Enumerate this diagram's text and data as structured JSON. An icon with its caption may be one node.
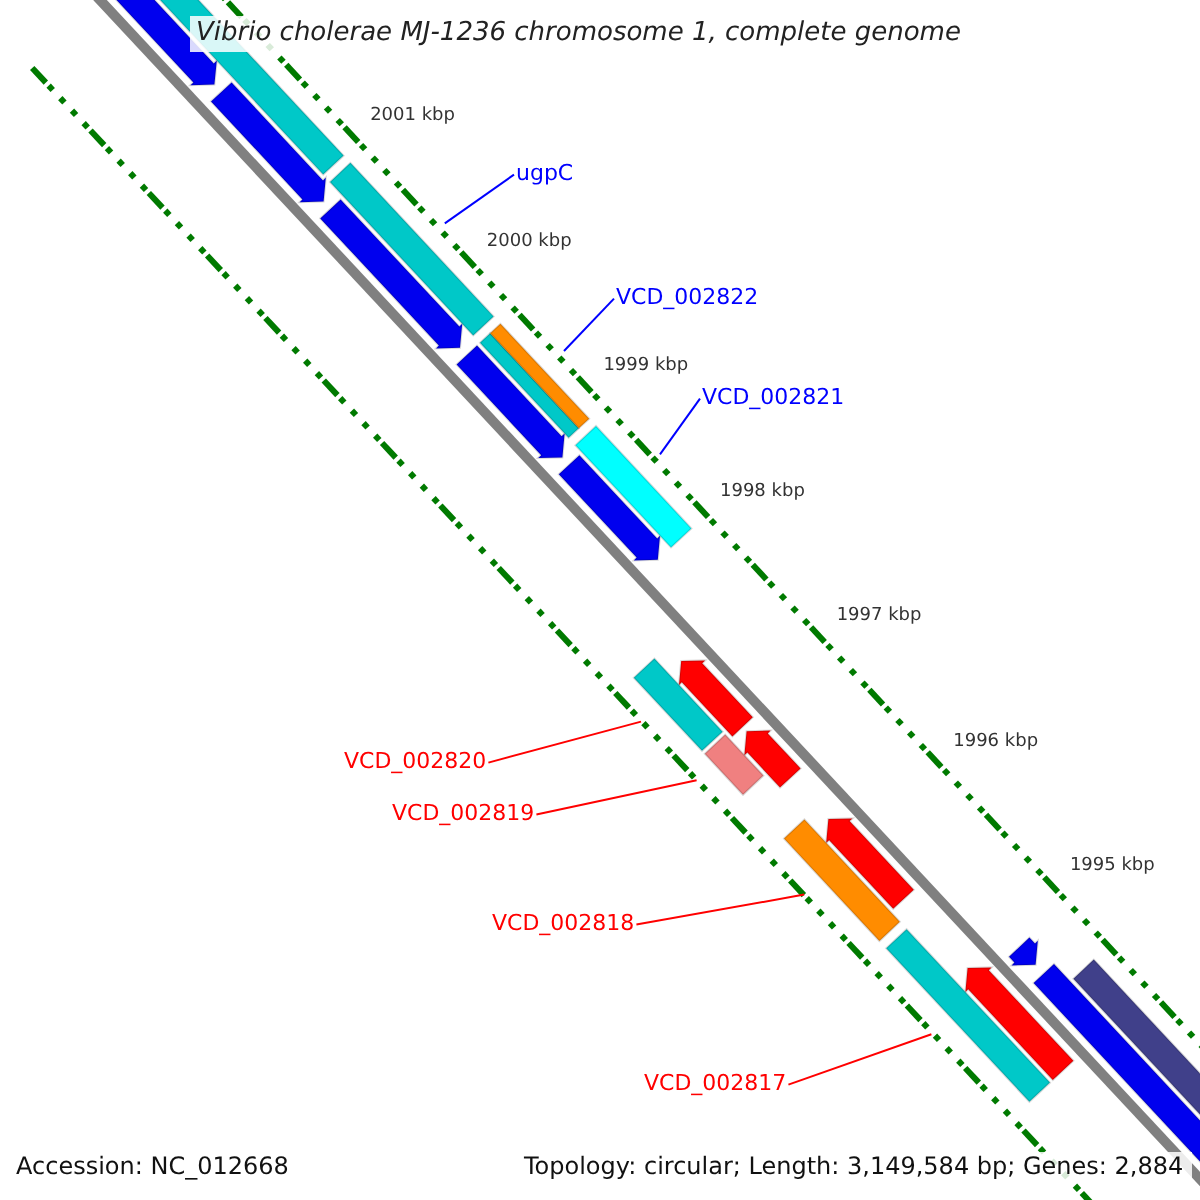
{
  "diagram": {
    "title": "Vibrio cholerae MJ-1236 chromosome 1, complete genome",
    "nodes": [
      {
        "text": [
          "ugpC"
        ]
      },
      {
        "text": [],
        "shape": "bar"
      },
      {
        "text": [
          "VCD_002822"
        ]
      },
      {
        "text": [],
        "shape": "bar"
      },
      {
        "text": [
          "VCD_002821"
        ]
      },
      {
        "text": [],
        "shape": "bar"
      },
      {
        "text": [
          "VCD_002820"
        ]
      },
      {
        "text": [],
        "shape": "bar"
      },
      {
        "text": [
          "VCD_002819"
        ]
      },
      {
        "text": [],
        "shape": "bar"
      },
      {
        "text": [
          "VCD_002818"
        ]
      },
      {
        "text": [],
        "shape": "bar"
      },
      {
        "text": [
          "VCD_002817"
        ]
      },
      {
        "text": [],
        "shape": "bar"
      }
    ],
    "edges": [
      {
        "from": 0,
        "to": 1,
        "arrow": "none",
        "color": "#0000ff"
      },
      {
        "from": 2,
        "to": 3,
        "arrow": "none",
        "color": "#0000ff"
      },
      {
        "from": 4,
        "to": 5,
        "arrow": "none",
        "color": "#0000ff"
      },
      {
        "from": 6,
        "to": 7,
        "arrow": "none"
      },
      {
        "from": 8,
        "to": 9,
        "arrow": "none"
      },
      {
        "from": 10,
        "to": 11,
        "arrow": "none"
      },
      {
        "from": 12,
        "to": 13,
        "arrow": "none"
      }
    ],
    "labels": [
      "2001 kbp",
      "2000 kbp",
      "1999 kbp",
      "1998 kbp",
      "1997 kbp",
      "1996 kbp",
      "1995 kbp",
      "Accession: NC_012668",
      "Topology: circular; Length: 3,149,584 bp; Genes: 2,884"
    ]
  }
}
